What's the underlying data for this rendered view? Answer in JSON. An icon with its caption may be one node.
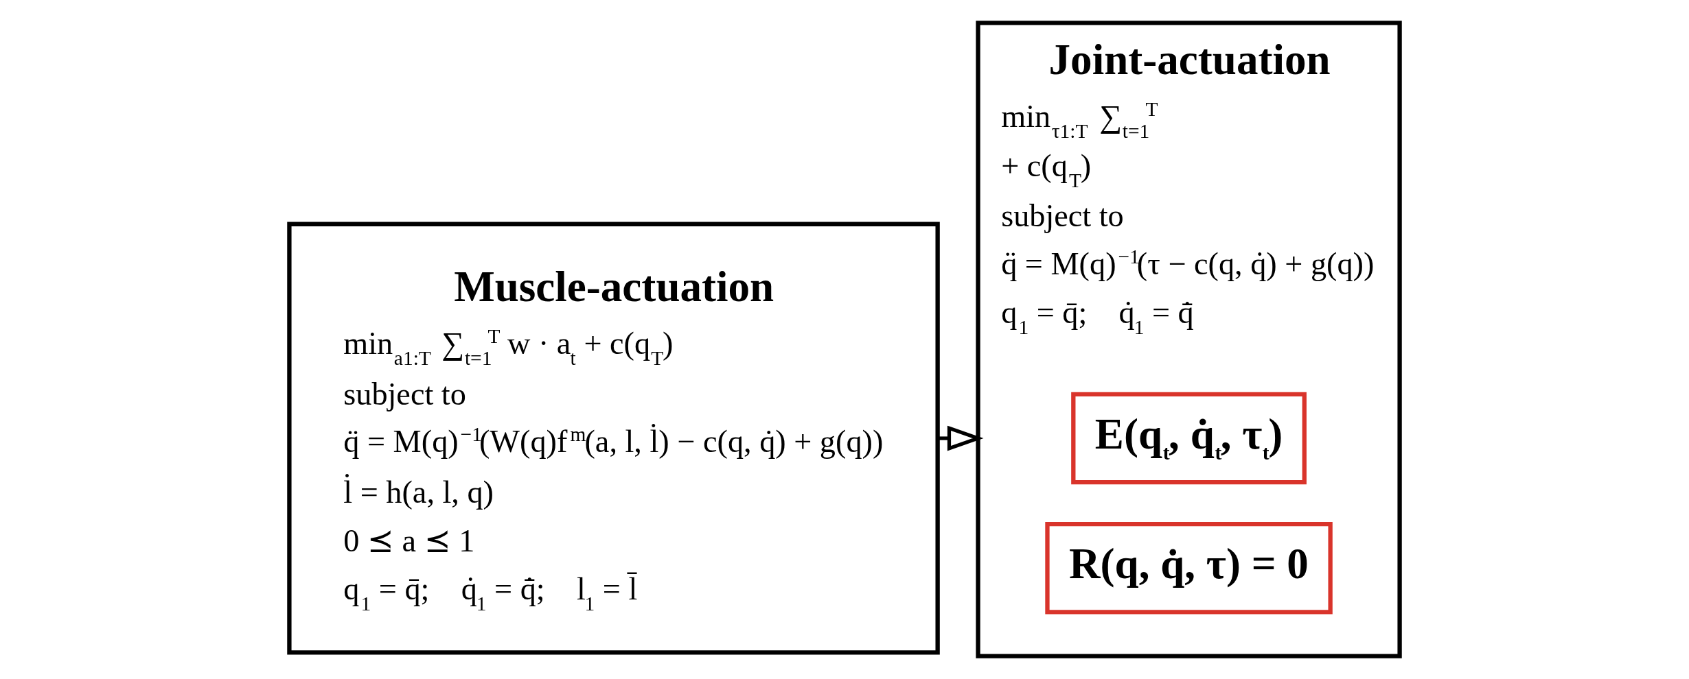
{
  "diagram": {
    "nodes": [
      {
        "text": [
          "Muscle-actuation",
          "min$_{a1:T}$  ∑$_{t=1}$$^{T}$ w · a$_{t}$ + c(q$_{T}$)",
          "subject to",
          "q̈ = M(q)$^{−1}$(W(q)f$^{m}$(a, l, l̇) − c(q, q̇) + g(q))",
          "l̇ = h(a, l, q)",
          "0 ⪯ a ⪯ 1",
          "q$_{1}$ = q̄;    q̇$_{1}$ = q̄̇;    l$_{1}$ = l̄"
        ]
      },
      {
        "text": [
          "Joint-actuation",
          "min$_{τ1:T}$  ∑$_{t=1}$$^{T}$",
          "+ c(q$_{T}$)",
          "subject to",
          "q̈ = M(q)$^{−1}$(τ − c(q, q̇) + g(q))",
          "q$_{1}$ = q̄;    q̇$_{1}$ = q̄̇"
        ]
      },
      {
        "text": [
          "E(q$_{t}$, q̇$_{t}$, τ$_{t}$)"
        ],
        "in": 1
      },
      {
        "text": [
          "R(q, q̇, τ) = 0"
        ],
        "in": 1
      }
    ],
    "edges": [
      {
        "from": 0,
        "to": 1,
        "arrow": "to"
      }
    ]
  }
}
